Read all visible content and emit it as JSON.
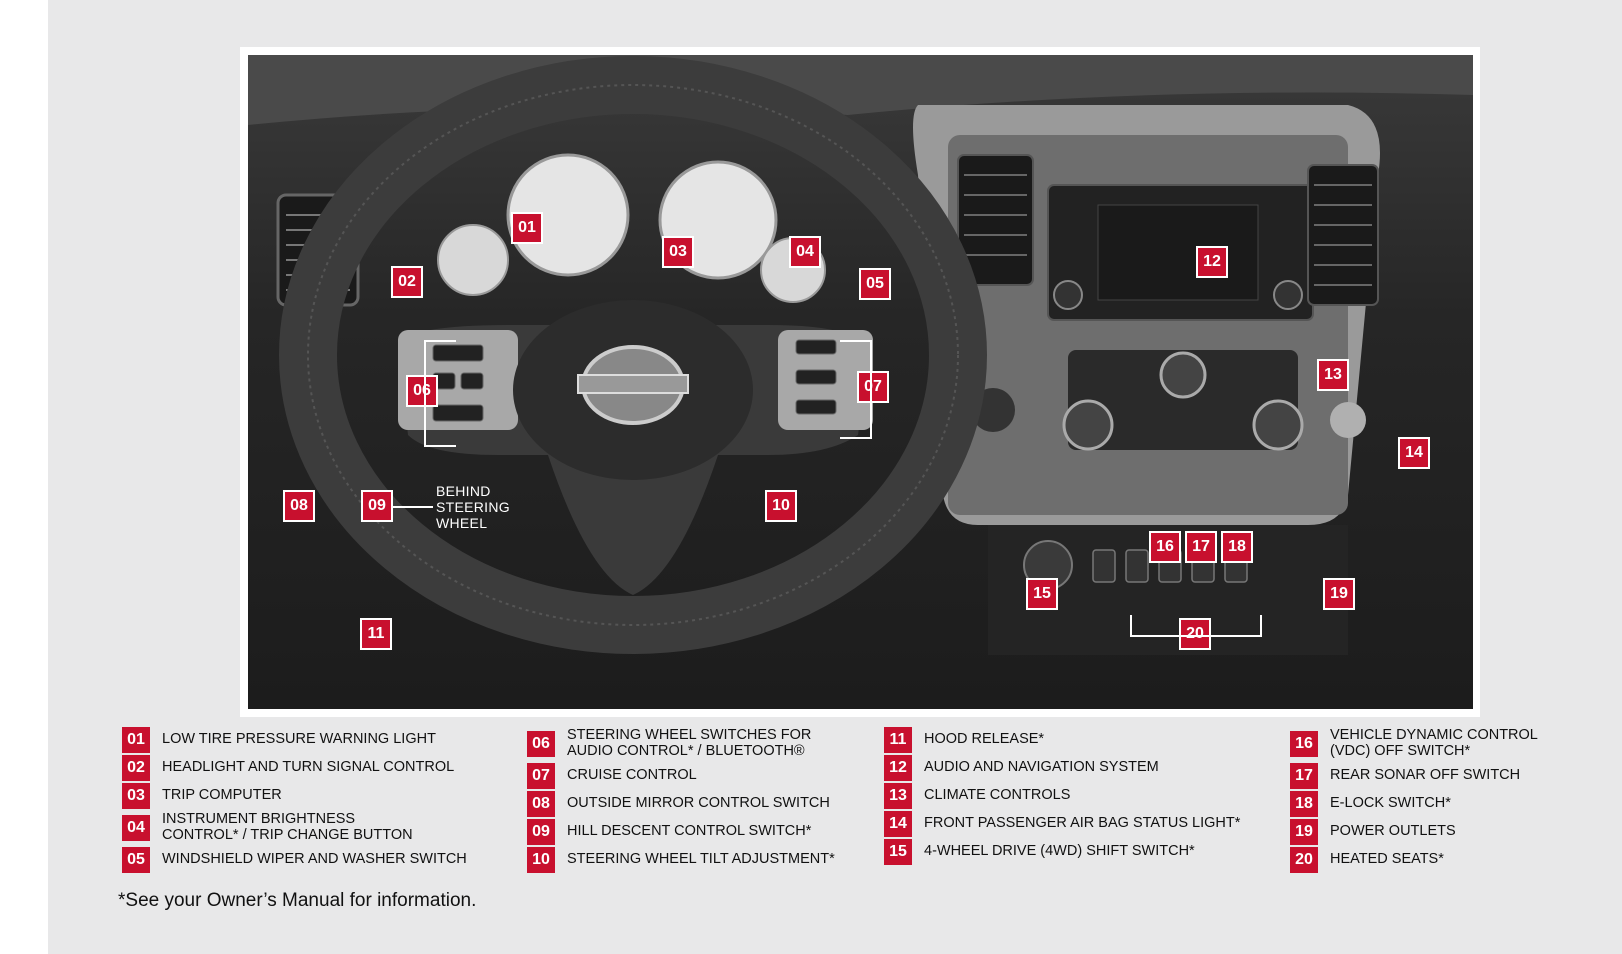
{
  "callouts": {
    "c01": "01",
    "c02": "02",
    "c03": "03",
    "c04": "04",
    "c05": "05",
    "c06": "06",
    "c07": "07",
    "c08": "08",
    "c09": "09",
    "c10": "10",
    "c11": "11",
    "c12": "12",
    "c13": "13",
    "c14": "14",
    "c15": "15",
    "c16": "16",
    "c17": "17",
    "c18": "18",
    "c19": "19",
    "c20": "20"
  },
  "behind_label": [
    "BEHIND",
    "STEERING",
    "WHEEL"
  ],
  "legend": {
    "col1": [
      {
        "num": "01",
        "label": "LOW TIRE PRESSURE WARNING LIGHT"
      },
      {
        "num": "02",
        "label": "HEADLIGHT AND TURN SIGNAL CONTROL"
      },
      {
        "num": "03",
        "label": "TRIP COMPUTER"
      },
      {
        "num": "04",
        "label_line1": "INSTRUMENT BRIGHTNESS",
        "label_line2": "CONTROL* / TRIP CHANGE BUTTON"
      },
      {
        "num": "05",
        "label": "WINDSHIELD WIPER AND WASHER SWITCH"
      }
    ],
    "col2": [
      {
        "num": "06",
        "label_line1": "STEERING WHEEL SWITCHES FOR",
        "label_line2": "AUDIO CONTROL* / BLUETOOTH®"
      },
      {
        "num": "07",
        "label": "CRUISE CONTROL"
      },
      {
        "num": "08",
        "label": "OUTSIDE MIRROR CONTROL SWITCH"
      },
      {
        "num": "09",
        "label": "HILL DESCENT CONTROL SWITCH*"
      },
      {
        "num": "10",
        "label": "STEERING WHEEL TILT ADJUSTMENT*"
      }
    ],
    "col3": [
      {
        "num": "11",
        "label": "HOOD RELEASE*"
      },
      {
        "num": "12",
        "label": "AUDIO AND NAVIGATION SYSTEM"
      },
      {
        "num": "13",
        "label": "CLIMATE CONTROLS"
      },
      {
        "num": "14",
        "label": "FRONT PASSENGER AIR BAG STATUS LIGHT*"
      },
      {
        "num": "15",
        "label": "4-WHEEL DRIVE (4WD) SHIFT SWITCH*"
      }
    ],
    "col4": [
      {
        "num": "16",
        "label_line1": "VEHICLE DYNAMIC CONTROL",
        "label_line2": "(VDC) OFF SWITCH*"
      },
      {
        "num": "17",
        "label": "REAR SONAR OFF SWITCH"
      },
      {
        "num": "18",
        "label": "E-LOCK SWITCH*"
      },
      {
        "num": "19",
        "label": "POWER OUTLETS"
      },
      {
        "num": "20",
        "label": "HEATED SEATS*"
      }
    ]
  },
  "footnote": "*See your Owner’s Manual for information.",
  "colors": {
    "accent": "#c8102e",
    "background": "#e8e8e9"
  }
}
